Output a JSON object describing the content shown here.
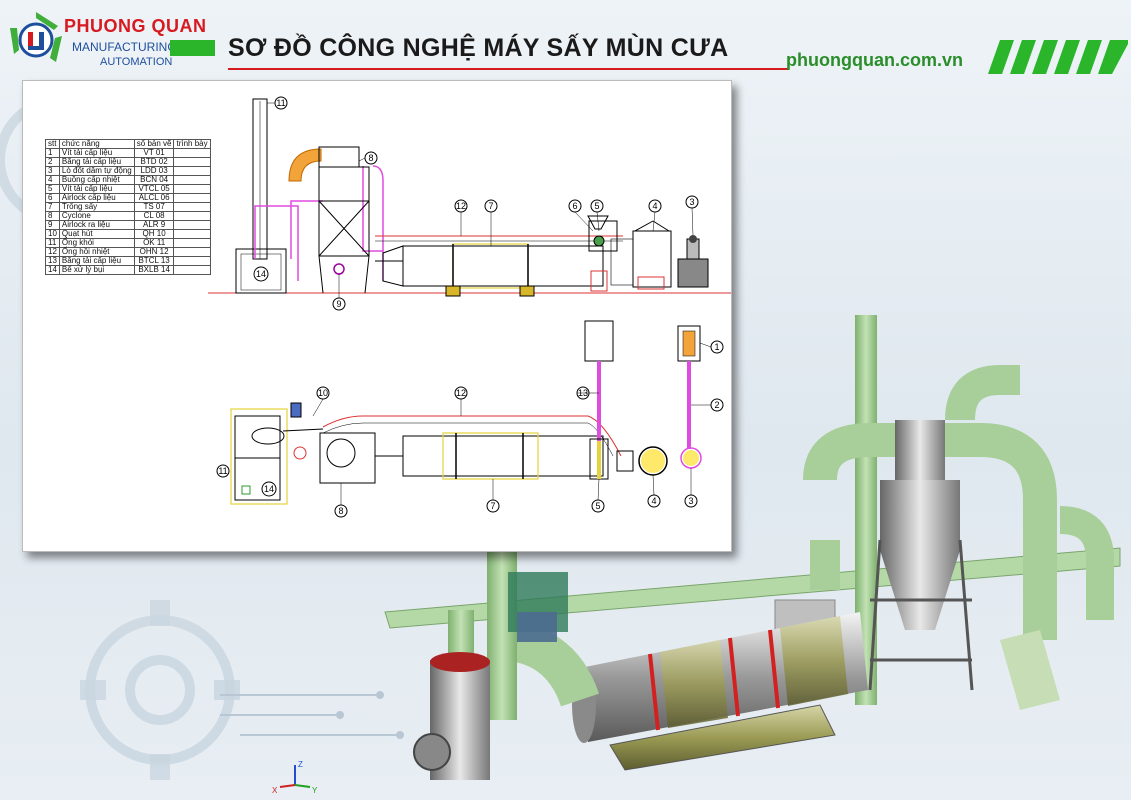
{
  "brand": {
    "name": "PHUONG QUAN",
    "line2": "MANUFACTURING",
    "line3": "AUTOMATION",
    "website": "phuongquan.com.vn"
  },
  "title": "SƠ ĐỒ CÔNG NGHỆ MÁY SẤY MÙN CƯA",
  "colors": {
    "brand_red": "#d71920",
    "brand_green": "#2bb52b",
    "brand_blue": "#1e4f9c",
    "equipment_green": "#a8cf9a"
  },
  "legend": {
    "headers": [
      "stt",
      "chức năng",
      "số bản vẽ",
      "trình bày"
    ],
    "rows": [
      {
        "n": "1",
        "name": "Vít tải cấp liệu",
        "code": "VT 01"
      },
      {
        "n": "2",
        "name": "Băng tải cấp liệu",
        "code": "BTD 02"
      },
      {
        "n": "3",
        "name": "Lò đốt dăm tự động",
        "code": "LDD 03"
      },
      {
        "n": "4",
        "name": "Buồng cấp nhiệt",
        "code": "BCN 04"
      },
      {
        "n": "5",
        "name": "Vít tải  cấp liệu",
        "code": "VTCL 05"
      },
      {
        "n": "6",
        "name": "Airlock cấp liệu",
        "code": "ALCL 06"
      },
      {
        "n": "7",
        "name": "Trống sấy",
        "code": "TS 07"
      },
      {
        "n": "8",
        "name": "Cyclone",
        "code": "CL 08"
      },
      {
        "n": "9",
        "name": "Airlock ra liệu",
        "code": "ALR 9"
      },
      {
        "n": "10",
        "name": "Quạt hút",
        "code": "QH 10"
      },
      {
        "n": "11",
        "name": "Ống khói",
        "code": "OK 11"
      },
      {
        "n": "12",
        "name": "Ống hồi nhiệt",
        "code": "OHN 12"
      },
      {
        "n": "13",
        "name": "Băng tải cấp liệu",
        "code": "BTCL 13"
      },
      {
        "n": "14",
        "name": "Bể xử lý bụi",
        "code": "BXLB 14"
      }
    ]
  },
  "callouts": {
    "elev": [
      "11",
      "8",
      "12",
      "7",
      "6",
      "5",
      "4",
      "3",
      "14",
      "9"
    ],
    "plan": [
      "1",
      "2",
      "13",
      "12",
      "10",
      "11",
      "14",
      "8",
      "7",
      "5",
      "4",
      "3"
    ]
  },
  "axis_labels": {
    "z": "Z",
    "x": "X",
    "y": "Y"
  }
}
